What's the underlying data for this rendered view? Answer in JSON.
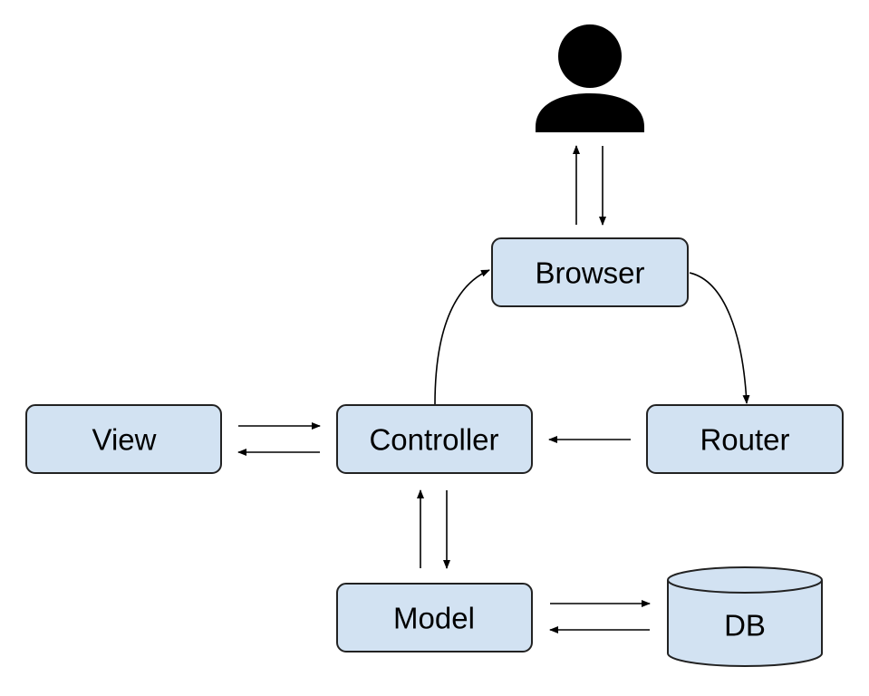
{
  "diagram": {
    "nodes": {
      "browser": "Browser",
      "view": "View",
      "controller": "Controller",
      "router": "Router",
      "model": "Model",
      "db": "DB"
    },
    "icons": {
      "user": "user-icon"
    },
    "colors": {
      "node_fill": "#d2e2f2",
      "node_stroke": "#222222",
      "edge": "#000000",
      "user_icon": "#000000"
    }
  }
}
